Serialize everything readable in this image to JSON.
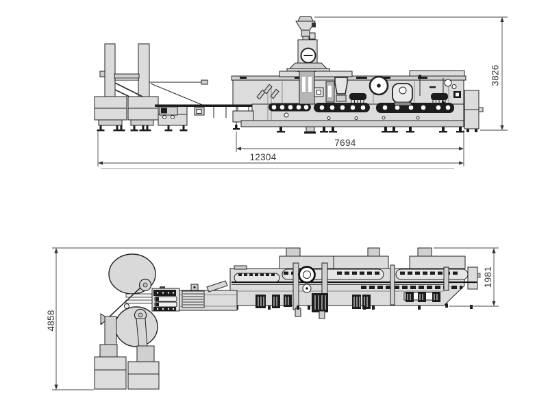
{
  "drawing": {
    "background": "#ffffff",
    "palette": {
      "outline": "#222222",
      "machine_fill": "#dcdcdc",
      "dark_detail": "#1c1c1c",
      "dimension_line": "#444444",
      "dimension_text": "#333333"
    },
    "views": {
      "side": {
        "label": "side-elevation-view",
        "dimensions": {
          "overall_height": "3826",
          "machine_length": "7694",
          "overall_length": "12304"
        }
      },
      "plan": {
        "label": "top-plan-view",
        "dimensions": {
          "overall_width": "4858",
          "machine_width": "1981"
        }
      }
    }
  }
}
